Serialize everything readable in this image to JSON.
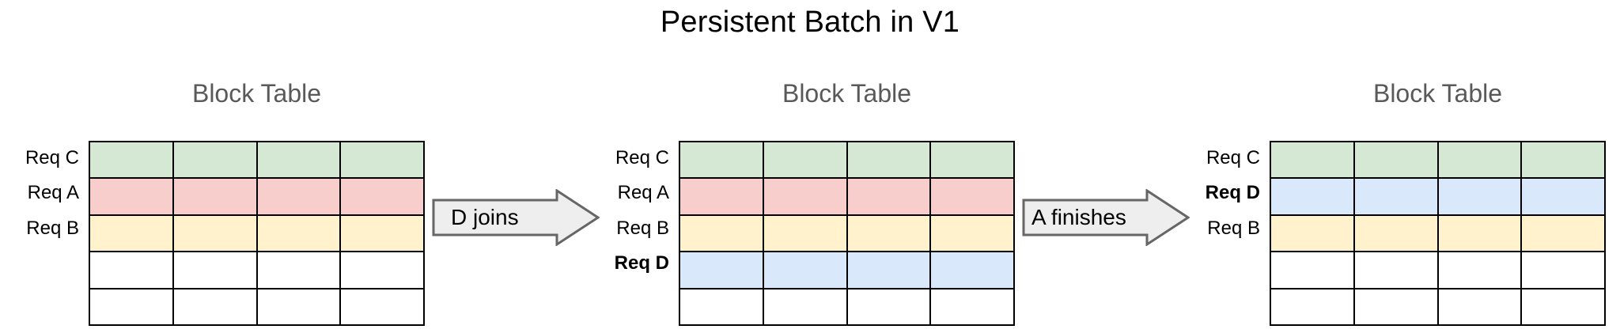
{
  "title": "Persistent Batch in V1",
  "colors": {
    "green": "#d5e8d4",
    "pink": "#f8cecc",
    "yellow": "#fff2cc",
    "blue": "#dae8fc",
    "empty": "#ffffff",
    "border": "#000000",
    "heading": "#595959",
    "arrow_fill": "#eeeeee",
    "arrow_stroke": "#666666"
  },
  "panels": [
    {
      "heading": "Block Table",
      "columns": 4,
      "rows": [
        {
          "label": "Req C",
          "fill": "green",
          "bold": false
        },
        {
          "label": "Req A",
          "fill": "pink",
          "bold": false
        },
        {
          "label": "Req B",
          "fill": "yellow",
          "bold": false
        },
        {
          "label": "",
          "fill": "none",
          "bold": false
        },
        {
          "label": "",
          "fill": "none",
          "bold": false
        }
      ]
    },
    {
      "heading": "Block Table",
      "columns": 4,
      "rows": [
        {
          "label": "Req C",
          "fill": "green",
          "bold": false
        },
        {
          "label": "Req A",
          "fill": "pink",
          "bold": false
        },
        {
          "label": "Req B",
          "fill": "yellow",
          "bold": false
        },
        {
          "label": "Req D",
          "fill": "blue",
          "bold": true
        },
        {
          "label": "",
          "fill": "none",
          "bold": false
        }
      ]
    },
    {
      "heading": "Block Table",
      "columns": 4,
      "rows": [
        {
          "label": "Req C",
          "fill": "green",
          "bold": false
        },
        {
          "label": "Req D",
          "fill": "blue",
          "bold": true
        },
        {
          "label": "Req B",
          "fill": "yellow",
          "bold": false
        },
        {
          "label": "",
          "fill": "none",
          "bold": false
        },
        {
          "label": "",
          "fill": "none",
          "bold": false
        }
      ]
    }
  ],
  "arrows": [
    {
      "label": "D joins"
    },
    {
      "label": "A finishes"
    }
  ]
}
